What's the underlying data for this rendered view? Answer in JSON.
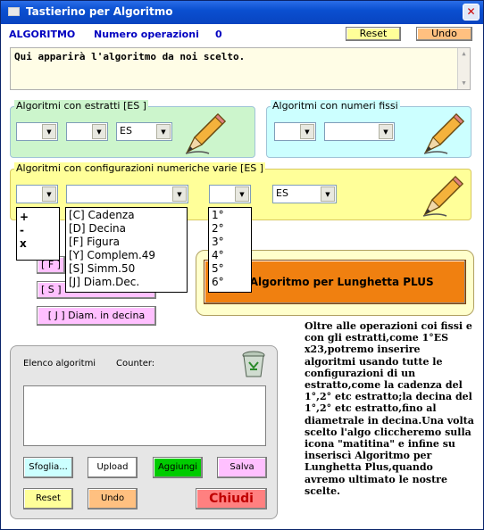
{
  "window": {
    "title": "Tastierino per Algoritmo"
  },
  "header": {
    "algoritmo_label": "ALGORITMO",
    "num_operazioni_label": "Numero operazioni",
    "num_operazioni_value": "0",
    "reset_label": "Reset",
    "undo_label": "Undo"
  },
  "algorithm_text": "Qui apparirà l'algoritmo da noi scelto.",
  "groups": {
    "estratti_title": "Algoritmi con estratti  [ES ]",
    "fissi_title": "Algoritmi con numeri fissi",
    "config_title": "Algoritmi con configurazioni numeriche varie  [ES ]",
    "es_value": "ES"
  },
  "operators_list": [
    "+",
    "-",
    "x"
  ],
  "config_list": [
    "[C] Cadenza",
    "[D] Decina",
    "[F] Figura",
    "[Y] Complem.49",
    "[S] Simm.50",
    "[J] Diam.Dec."
  ],
  "position_list": [
    "1°",
    "2°",
    "3°",
    "4°",
    "5°",
    "6°"
  ],
  "middle_buttons": {
    "j_diam_label": "[ J ] Diam. in decina",
    "f_label": "[ F ]",
    "s_label": "[ S ]"
  },
  "insert_button_label": "ci Algoritmo per Lunghetta PLUS",
  "description": "Oltre alle operazioni coi fissi e con gli estratti,come 1°ES x23,potremo inserire algoritmi usando tutte le configurazioni di un estratto,come la cadenza del 1°,2° etc estratto;la decina del 1°,2° etc estratto,fino al diametrale in decina.Una volta scelto l'algo cliccheremo sulla icona \"matitina\" e infine su inseriscì Algoritmo per Lunghetta Plus,quando avremo ultimato le nostre scelte.",
  "bottom": {
    "elenco_label": "Elenco algoritmi",
    "counter_label": "Counter:",
    "sfoglia_label": "Sfoglia...",
    "upload_label": "Upload",
    "aggiungi_label": "Aggiungi",
    "salva_label": "Salva",
    "reset_label": "Reset",
    "undo_label": "Undo",
    "chiudi_label": "Chiudi"
  },
  "colors": {
    "green_panel": "#ccf5cc",
    "cyan_panel": "#ccffff",
    "yellow_panel": "#ffff99",
    "pink_button": "#ffc0ff",
    "orange_button": "#ff8000",
    "aggiungi_green": "#00cc00"
  }
}
